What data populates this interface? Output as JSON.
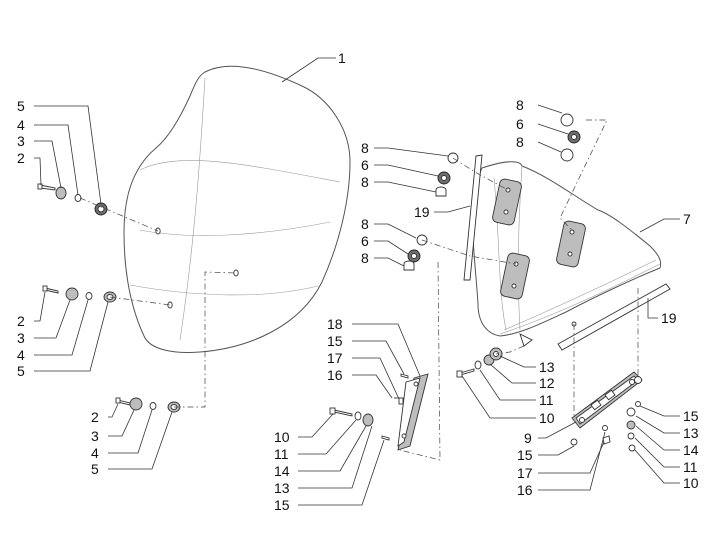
{
  "callouts": {
    "windshield": "1",
    "screw": "2",
    "washer": "3",
    "nut_small": "4",
    "grommet": "5",
    "nut": "6",
    "frame": "7",
    "cap": "8",
    "clip_plate": "9",
    "bolt": "10",
    "washer_small": "11",
    "spacer": "12",
    "bushing": "13",
    "ring": "14",
    "screw_small": "15",
    "pad": "16",
    "insert": "17",
    "bracket": "18",
    "seal_strip": "19"
  },
  "icons": {
    "windshield": "windshield-screen-icon",
    "frame": "windshield-frame-icon",
    "bracket": "mounting-bracket-icon",
    "plate": "clip-plate-icon"
  }
}
